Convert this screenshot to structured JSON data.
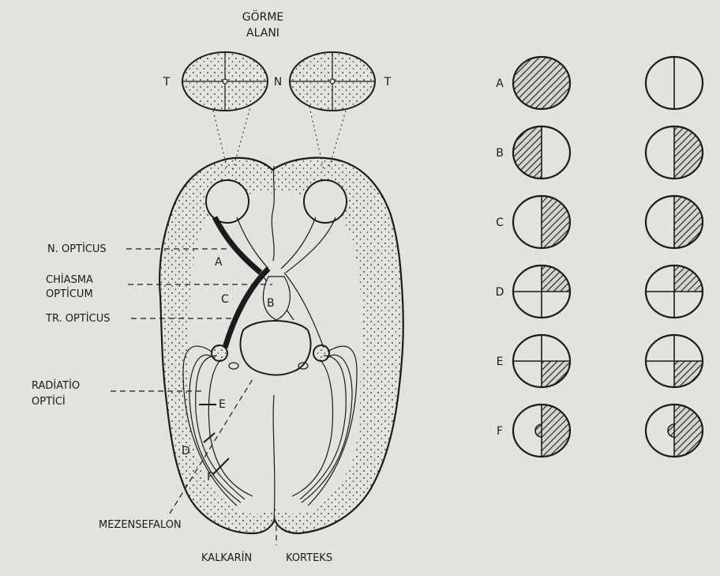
{
  "title": {
    "line1": "GÖRME",
    "line2": "ALANI"
  },
  "field_marks": {
    "t_left": "T",
    "n": "N",
    "t_right": "T"
  },
  "labels": {
    "n_opticus": "N. OPTİCUS",
    "chiasma_1": "CHİASMA",
    "chiasma_2": "OPTİCUM",
    "tr_opticus": "TR. OPTİCUS",
    "radiatio_1": "RADİATİO",
    "radiatio_2": "OPTİCİ",
    "mezensefalon": "MEZENSEFALON",
    "kalkarin": "KALKARİN",
    "korteks": "KORTEKS"
  },
  "lesion_points": [
    "A",
    "B",
    "C",
    "D",
    "E",
    "F"
  ],
  "defects": [
    {
      "id": "A",
      "left": "full",
      "right": "none"
    },
    {
      "id": "B",
      "left": "left-half",
      "right": "right-half"
    },
    {
      "id": "C",
      "left": "right-half",
      "right": "right-half"
    },
    {
      "id": "D",
      "left": "upper-right-quadrant",
      "right": "upper-right-quadrant"
    },
    {
      "id": "E",
      "left": "lower-right-quadrant",
      "right": "lower-right-quadrant"
    },
    {
      "id": "F",
      "left": "right-half-macular-sparing",
      "right": "right-half-macular-sparing"
    }
  ],
  "colors": {
    "paper": "#e4e2df",
    "ink": "#1b1b1b"
  }
}
